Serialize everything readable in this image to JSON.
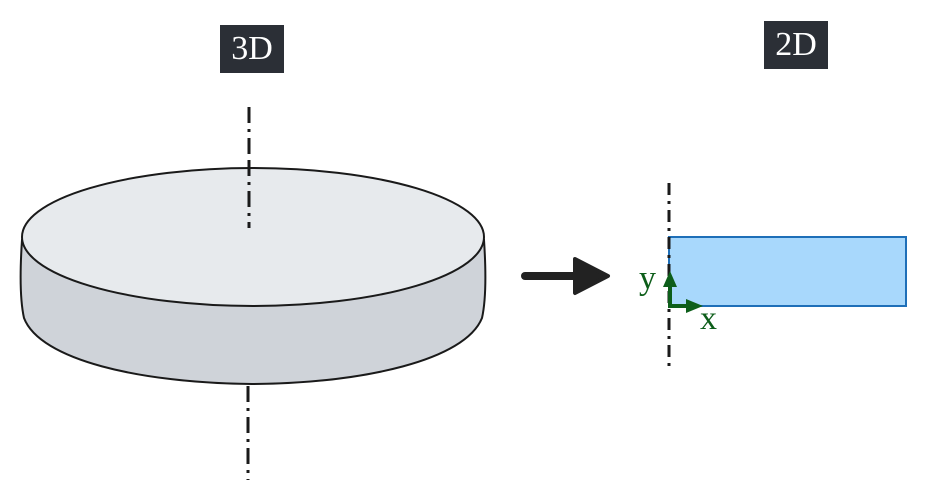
{
  "labels": {
    "left_title": "3D",
    "right_title": "2D"
  },
  "axes": {
    "x_label": "x",
    "y_label": "y"
  },
  "colors": {
    "label_bg": "#2b2f36",
    "label_text": "#ffffff",
    "disk_top": "#e7eaed",
    "disk_side": "#cfd3d9",
    "outline": "#1a1a1a",
    "rect_fill": "#a8d8fc",
    "rect_stroke": "#1e6fb8",
    "axis_green": "#0d5e1a",
    "arrow": "#222222"
  },
  "elements": {
    "left": "3D disk (cylinder) with vertical dash-dot symmetry axis",
    "middle": "right-pointing arrow",
    "right": "2D axisymmetric rectangle cross-section next to dash-dot symmetry axis with x/y coordinate arrows"
  }
}
